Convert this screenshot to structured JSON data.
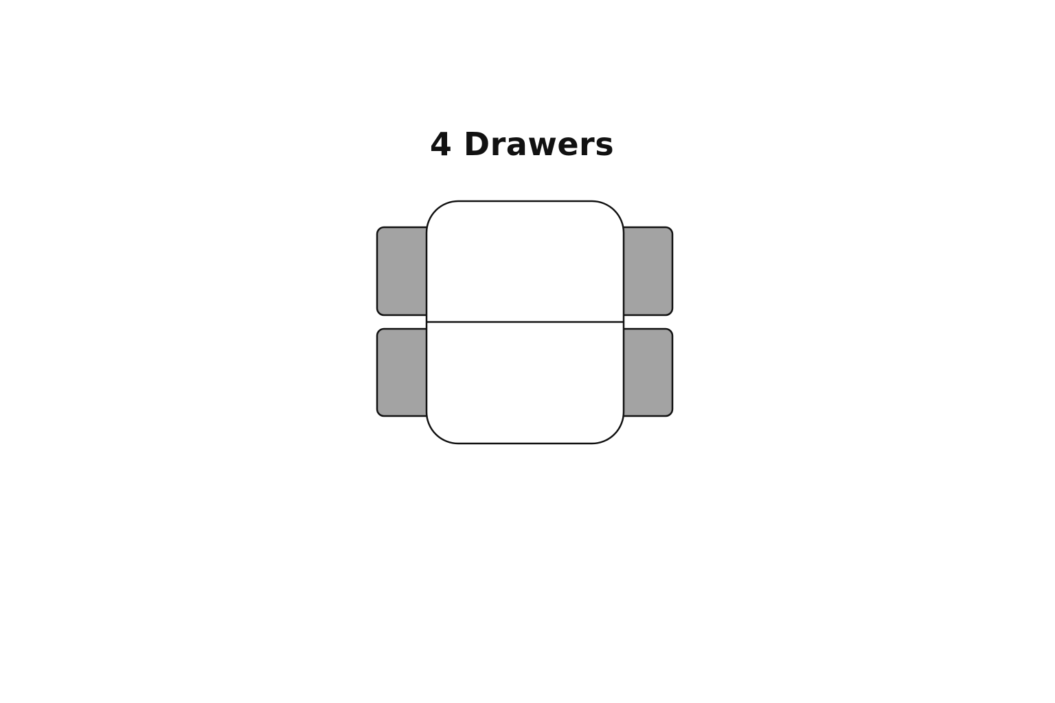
{
  "title": "4 Drawers",
  "colors": {
    "background": "#ffffff",
    "outline": "#111111",
    "cabinet_fill": "#ffffff",
    "drawer_fill": "#a3a3a3"
  },
  "drawers": [
    {
      "name": "drawer-top-left"
    },
    {
      "name": "drawer-bottom-left"
    },
    {
      "name": "drawer-top-right"
    },
    {
      "name": "drawer-bottom-right"
    }
  ]
}
